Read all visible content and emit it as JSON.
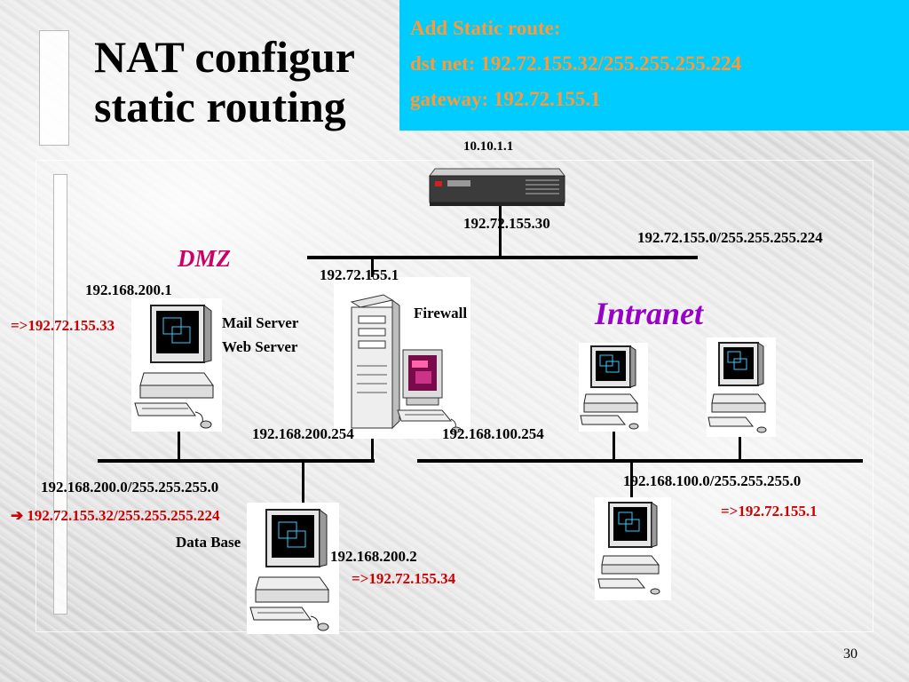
{
  "slide": {
    "title_line1": "NAT configur",
    "title_line2": "static routing",
    "page_number": "30"
  },
  "callout": {
    "line1": "Add Static route:",
    "line2": "dst net: 192.72.155.32/255.255.255.224",
    "line3": "gateway: 192.72.155.1"
  },
  "zones": {
    "dmz": "DMZ",
    "intranet": "Intranet"
  },
  "router": {
    "label_top": "10.10.1.1",
    "label_bottom": "192.72.155.30"
  },
  "networks": {
    "external": "192.72.155.0/255.255.255.224",
    "dmz": "192.168.200.0/255.255.255.0",
    "dmz_nat": "192.72.155.32/255.255.255.224",
    "intranet": "192.168.100.0/255.255.255.0",
    "intranet_nat": "=>192.72.155.1"
  },
  "firewall": {
    "label": "Firewall",
    "ip_external": "192.72.155.1",
    "ip_dmz": "192.168.200.254",
    "ip_intranet": "192.168.100.254"
  },
  "mail_server": {
    "ip": "192.168.200.1",
    "nat_ip": "=>192.72.155.33",
    "label_line1": "Mail Server",
    "label_line2": "Web Server"
  },
  "database": {
    "label": "Data Base",
    "ip": "192.168.200.2",
    "nat_ip": "=>192.72.155.34"
  },
  "icons": {
    "arrow": "➔"
  }
}
